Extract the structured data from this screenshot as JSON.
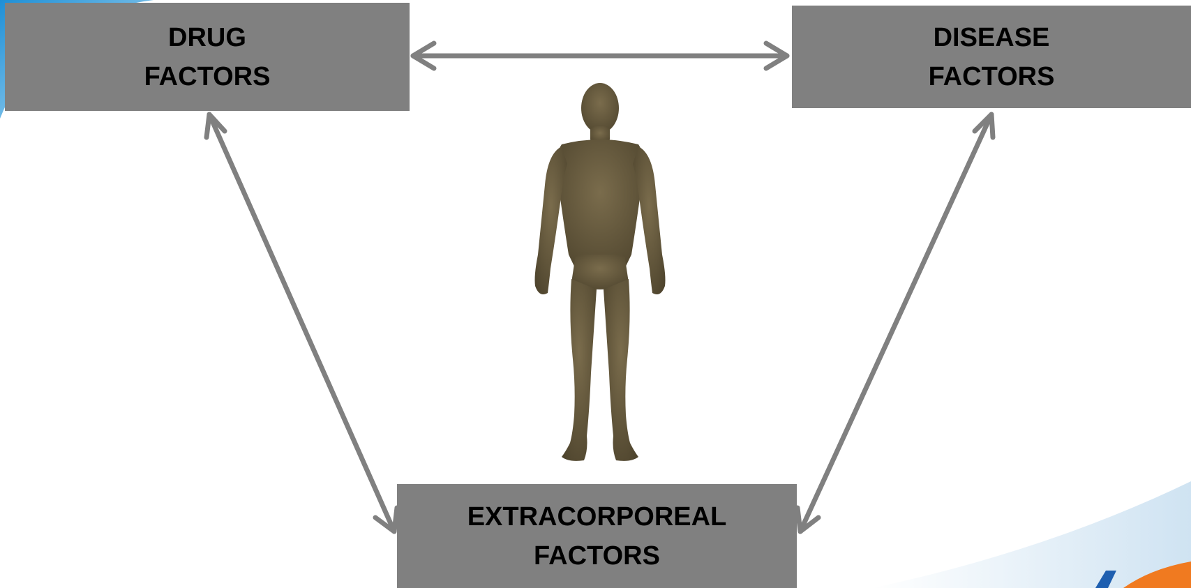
{
  "diagram": {
    "nodes": {
      "drug": {
        "line1": "DRUG",
        "line2": "FACTORS"
      },
      "disease": {
        "line1": "DISEASE",
        "line2": "FACTORS"
      },
      "extracorporeal": {
        "line1": "EXTRACORPOREAL",
        "line2": "FACTORS"
      }
    },
    "edges": [
      {
        "from": "drug",
        "to": "disease",
        "direction": "bidirectional"
      },
      {
        "from": "drug",
        "to": "extracorporeal",
        "direction": "bidirectional"
      },
      {
        "from": "disease",
        "to": "extracorporeal",
        "direction": "bidirectional"
      }
    ],
    "center_image": "human-body-figure"
  },
  "colors": {
    "box_fill": "#808080",
    "box_text": "#000000",
    "arrow": "#808080",
    "figure": "#5e5238",
    "swoosh_blue": "#1e8fd6",
    "swoosh_orange": "#f07a20"
  }
}
